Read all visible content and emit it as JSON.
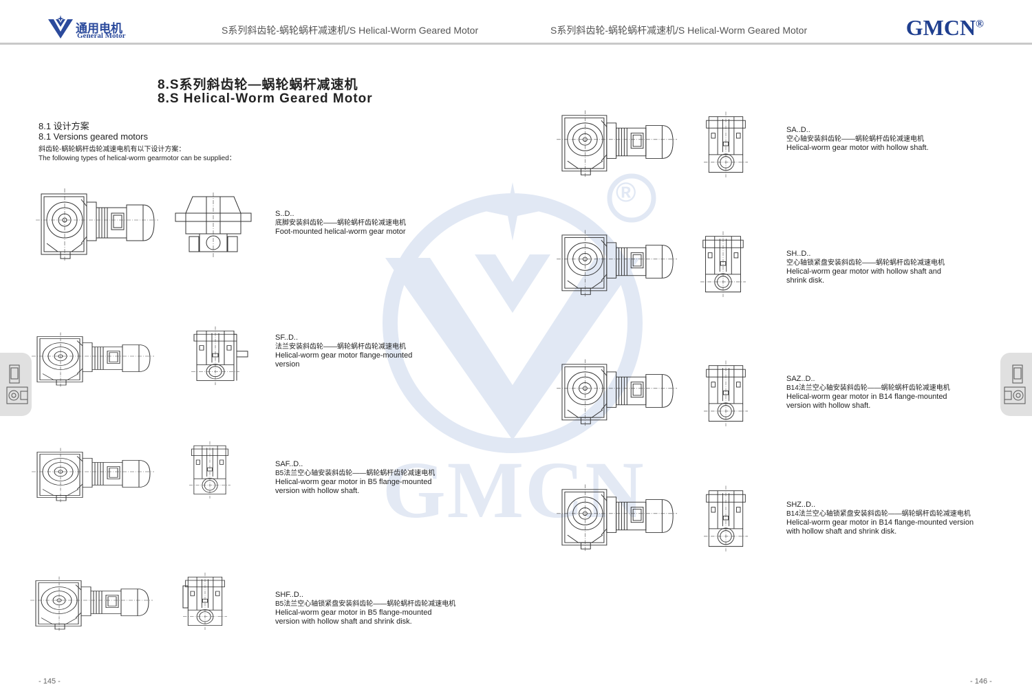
{
  "header": {
    "logo_cn": "通用电机",
    "logo_en": "General Motor",
    "left_title": "S系列斜齿轮-蜗轮蜗杆减速机/S Helical-Worm  Geared Motor",
    "right_title": "S系列斜齿轮-蜗轮蜗杆减速机/S Helical-Worm  Geared Motor",
    "brand": "GMCN",
    "brand_mark": "®"
  },
  "watermark": {
    "text": "GMCN",
    "mark": "®"
  },
  "page": {
    "title_cn": "8.S系列斜齿轮—蜗轮蜗杆减速机",
    "title_en": "8.S Helical-Worm Geared Motor",
    "section_cn": "8.1 设计方案",
    "section_en": "8.1 Versions geared motors",
    "intro_cn": "斜齿轮-蜗轮蜗杆齿轮减速电机有以下设计方案：",
    "intro_en": "The following types of helical-worm gearmotor can be supplied："
  },
  "versions": [
    {
      "code": "S..D..",
      "cn": "底脚安装斜齿轮——蜗轮蜗杆齿轮减速电机",
      "en1": "Foot-mounted helical-worm gear motor",
      "en2": ""
    },
    {
      "code": "SF..D..",
      "cn": "法兰安装斜齿轮——蜗轮蜗杆齿轮减速电机",
      "en1": "Helical-worm gear motor flange-mounted",
      "en2": "version"
    },
    {
      "code": "SAF..D..",
      "cn": "B5法兰空心轴安装斜齿轮——蜗轮蜗杆齿轮减速电机",
      "en1": "Helical-worm gear motor in B5 flange-mounted",
      "en2": "version with hollow shaft."
    },
    {
      "code": "SHF..D..",
      "cn": "B5法兰空心轴锁紧盘安装斜齿轮——蜗轮蜗杆齿轮减速电机",
      "en1": "Helical-worm gear motor in B5 flange-mounted",
      "en2": "version with hollow shaft  and shrink disk."
    },
    {
      "code": "SA..D..",
      "cn": "空心轴安装斜齿轮——蜗轮蜗杆齿轮减速电机",
      "en1": "Helical-worm gear  motor with hollow shaft.",
      "en2": ""
    },
    {
      "code": "SH..D..",
      "cn": "空心轴锁紧盘安装斜齿轮——蜗轮蜗杆齿轮减速电机",
      "en1": "Helical-worm gear motor with hollow shaft  and",
      "en2": "shrink disk."
    },
    {
      "code": "SAZ..D..",
      "cn": "B14法兰空心轴安装斜齿轮——蜗轮蜗杆齿轮减速电机",
      "en1": "Helical-worm gear motor in B14 flange-mounted",
      "en2": "version with hollow shaft."
    },
    {
      "code": "SHZ..D..",
      "cn": "B14法兰空心轴锁紧盘安装斜齿轮——蜗轮蜗杆齿轮减速电机",
      "en1": "Helical-worm gear motor in B14 flange-mounted  version",
      "en2": "with hollow shaft  and shrink disk."
    }
  ],
  "page_numbers": {
    "left": "- 145 -",
    "right": "- 146 -"
  },
  "colors": {
    "brand": "#1f3f8f",
    "watermark": "#dfe6f3",
    "line": "#444444"
  }
}
